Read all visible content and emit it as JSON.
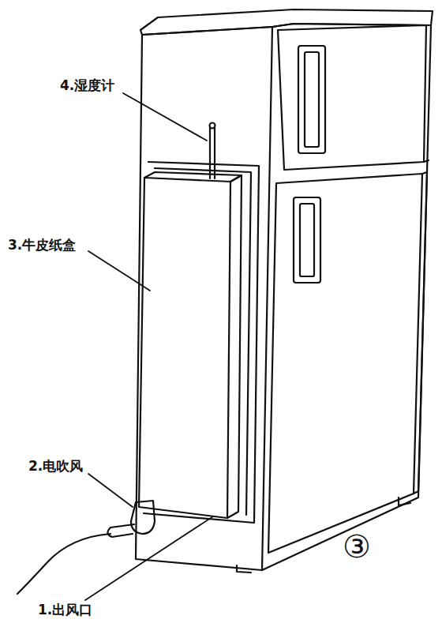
{
  "diagram": {
    "labels": [
      "4.湿度计",
      "3.牛皮纸盒",
      "2.电吹风",
      "1.出风口",
      "③"
    ]
  }
}
